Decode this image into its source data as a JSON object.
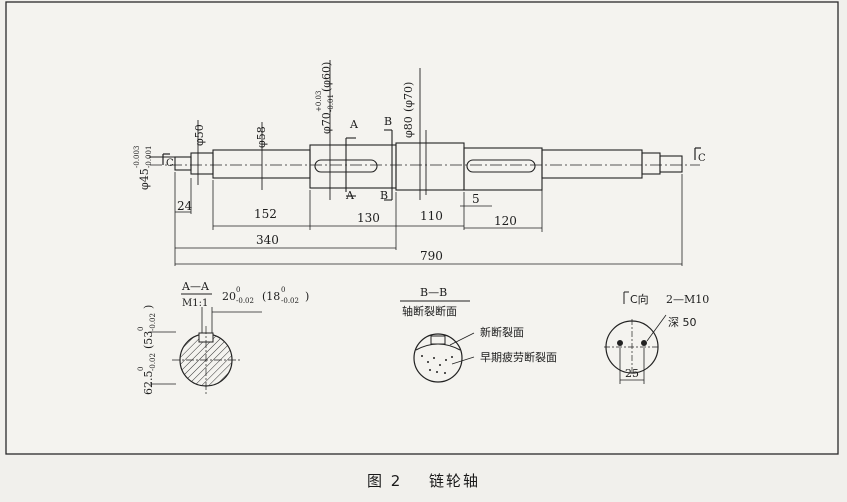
{
  "caption": {
    "figure_no": "图 2",
    "title": "链轮轴"
  },
  "diameters": {
    "d45_base": "φ45",
    "d45_tol_upper": "-0.003",
    "d45_tol_lower": "-0.001",
    "d50": "φ50",
    "d58": "φ58",
    "d70_base": "φ70",
    "d70_tol_upper": "+0.03",
    "d70_tol_lower": "-0.01",
    "d70_alt": "(φ60)",
    "d80": "φ80",
    "d80_alt": "(φ70)"
  },
  "lengths": {
    "l24": "24",
    "l152": "152",
    "l130": "130",
    "l110": "110",
    "l5": "5",
    "l120": "120",
    "l340": "340",
    "l790": "790"
  },
  "section_marks": {
    "a_top": "A",
    "a_bottom": "A",
    "b_top": "B",
    "b_bottom": "B",
    "c_left": "C",
    "c_right": "C"
  },
  "section_aa": {
    "title": "A—A",
    "scale": "M1:1",
    "width_base": "20",
    "width_tol_upper": "0",
    "width_tol_lower": "-0.02",
    "width_alt_base": "(18",
    "width_alt_tol_upper": "0",
    "width_alt_tol_lower": "-0.02",
    "width_alt_close": ")",
    "depth_base": "62.5",
    "depth_tol_upper": "0",
    "depth_tol_lower": "-0.02",
    "depth_alt_base": "(53",
    "depth_alt_tol_upper": "0",
    "depth_alt_tol_lower": "-0.02",
    "depth_alt_close": ")"
  },
  "section_bb": {
    "title": "B—B",
    "subtitle": "轴断裂断面",
    "label_new": "新断裂面",
    "label_fatigue": "早期疲劳断裂面"
  },
  "view_c": {
    "title": "C向",
    "thread": "2—M10",
    "depth": "深 50",
    "spacing": "25"
  }
}
